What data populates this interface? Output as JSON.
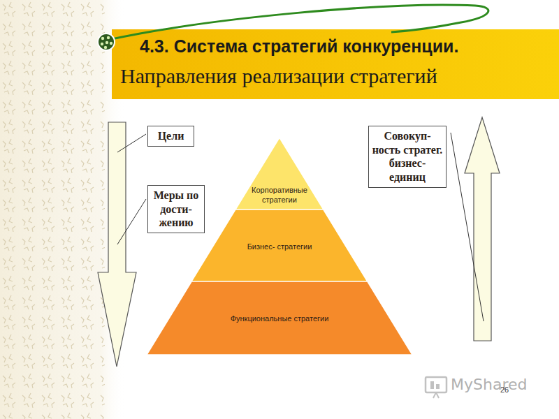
{
  "diagram": {
    "title": "4.3. Система стратегий конкуренции.",
    "nodes": [
      {
        "text": [
          "Цели"
        ]
      },
      {
        "text": [
          "Меры по дости- жению"
        ]
      },
      {
        "text": [
          "Корпоративные стратегии"
        ]
      },
      {
        "text": [
          "Бизнес- стратегии"
        ]
      },
      {
        "text": [
          "Функциональные стратегии"
        ]
      },
      {
        "text": [
          "Совокуп- ность стратег. бизнес- единиц"
        ]
      }
    ],
    "labels": [
      "Направления реализации стратегий",
      "MyShared",
      "26"
    ]
  }
}
